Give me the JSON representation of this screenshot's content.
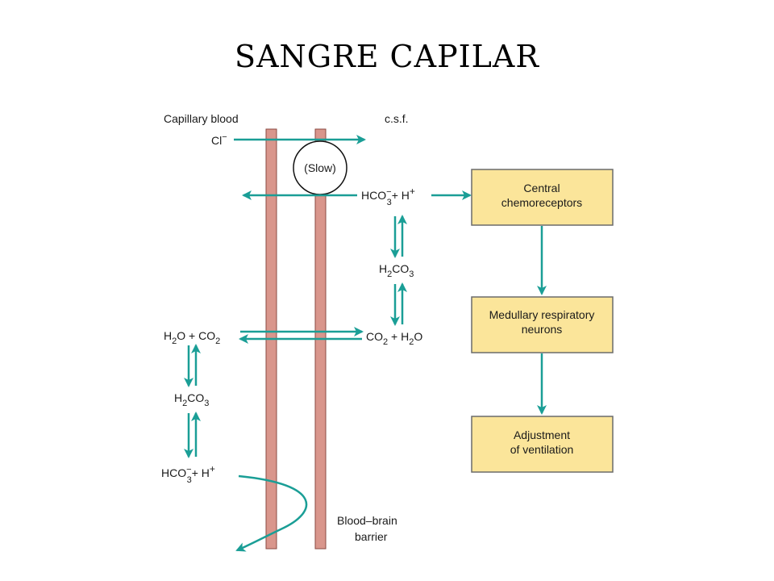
{
  "title": "SANGRE CAPILAR",
  "colors": {
    "barrier": "#d9968c",
    "barrier_stroke": "#8a4a42",
    "arrow": "#1a9e96",
    "box_fill": "#fbe59a",
    "box_stroke": "#6b6b6b"
  },
  "labels": {
    "capillary_blood": "Capillary blood",
    "csf": "c.s.f.",
    "cl_minus": "Cl",
    "cl_charge": "−",
    "slow": "(Slow)",
    "blood_brain_barrier_line1": "Blood–brain",
    "blood_brain_barrier_line2": "barrier"
  },
  "species": {
    "hco3": "HCO",
    "sub3": "3",
    "minus": "−",
    "plus_h": "+ H",
    "plus_sign": "+",
    "h2co3_h": "H",
    "sub2": "2",
    "co": "CO",
    "h2o_left_h": "H",
    "o_plus_co": "O + CO",
    "co2_h2o_co": "CO",
    "plus": " + H",
    "o": "O"
  },
  "boxes": {
    "central_chemoreceptors": [
      "Central",
      "chemoreceptors"
    ],
    "medullary_neurons": [
      "Medullary respiratory",
      "neurons"
    ],
    "adjustment": [
      "Adjustment",
      "of ventilation"
    ]
  }
}
